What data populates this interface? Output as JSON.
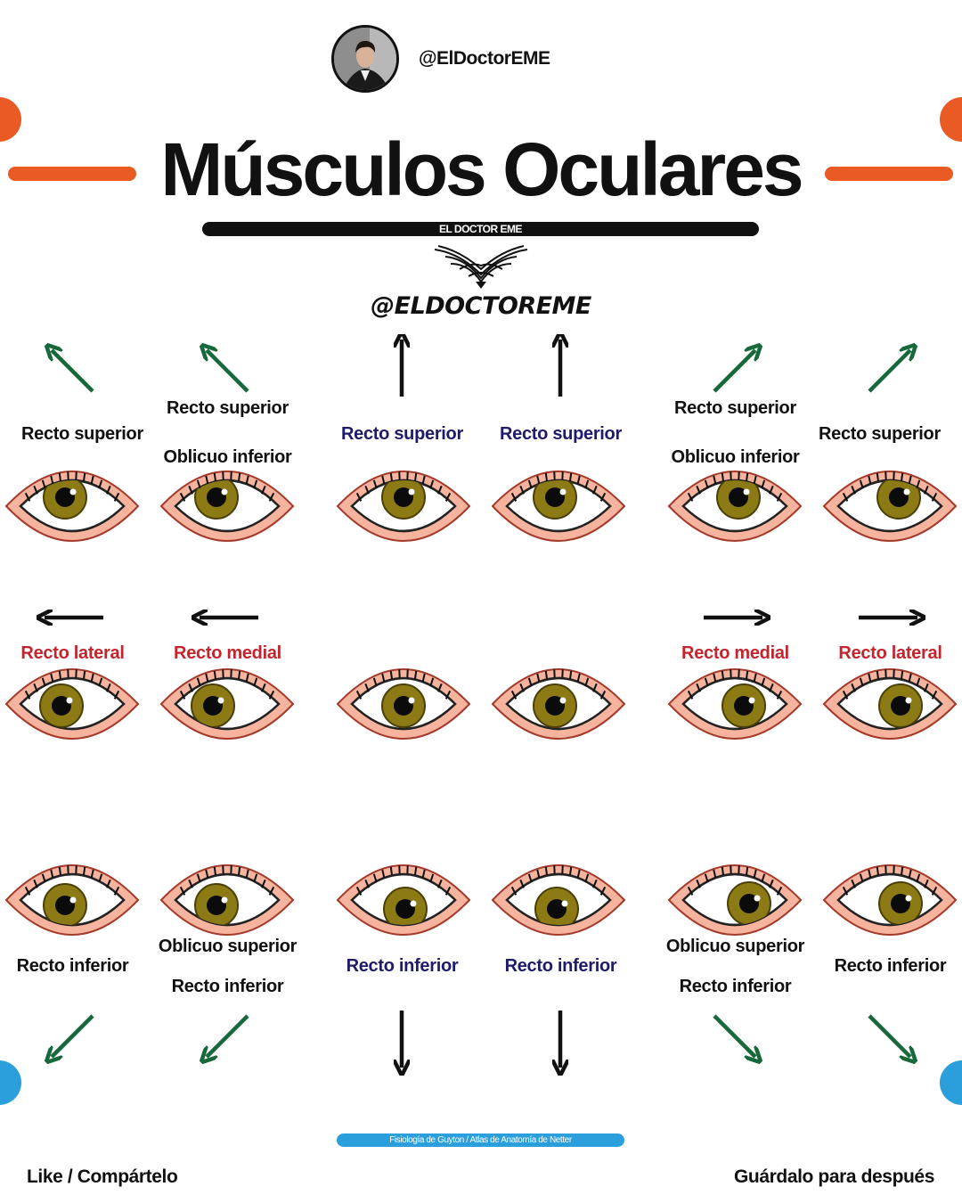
{
  "header": {
    "handle": "@ElDoctorEME",
    "title": "Músculos Oculares",
    "subtitle_bar": "EL DOCTOR EME",
    "logo_text": "@ELDOCTOREME"
  },
  "colors": {
    "orange": "#ea5a24",
    "blue": "#2a9fdc",
    "green_arrow": "#17683a",
    "black_arrow": "#111111",
    "label_navy": "#1e1c6a",
    "label_red": "#c4252d",
    "eye_skin": "#f6b49e",
    "eye_iris": "#8c7a14"
  },
  "icons": {
    "avatar": "profile-photo",
    "emblem": "crest-icon",
    "arrows": [
      "arrow-up-left-icon",
      "arrow-up-icon",
      "arrow-up-right-icon",
      "arrow-left-icon",
      "arrow-right-icon",
      "arrow-down-left-icon",
      "arrow-down-icon",
      "arrow-down-right-icon"
    ]
  },
  "top_row": {
    "labels": {
      "c1": "Recto superior",
      "c2a": "Recto superior",
      "c2b": "Oblicuo inferior",
      "c3": "Recto superior",
      "c4": "Recto superior",
      "c5a": "Recto superior",
      "c5b": "Oblicuo inferior",
      "c6": "Recto superior"
    }
  },
  "middle_row": {
    "labels": {
      "c1": "Recto lateral",
      "c2": "Recto medial",
      "c5": "Recto medial",
      "c6": "Recto lateral"
    }
  },
  "bottom_row": {
    "labels": {
      "c1": "Recto inferior",
      "c2a": "Oblicuo superior",
      "c2b": "Recto inferior",
      "c3": "Recto inferior",
      "c4": "Recto inferior",
      "c5a": "Oblicuo superior",
      "c5b": "Recto inferior",
      "c6": "Recto inferior"
    }
  },
  "footer": {
    "source": "Fisiología de Guyton / Atlas de Anatomía de Netter",
    "left": "Like / Compártelo",
    "right": "Guárdalo para después"
  }
}
